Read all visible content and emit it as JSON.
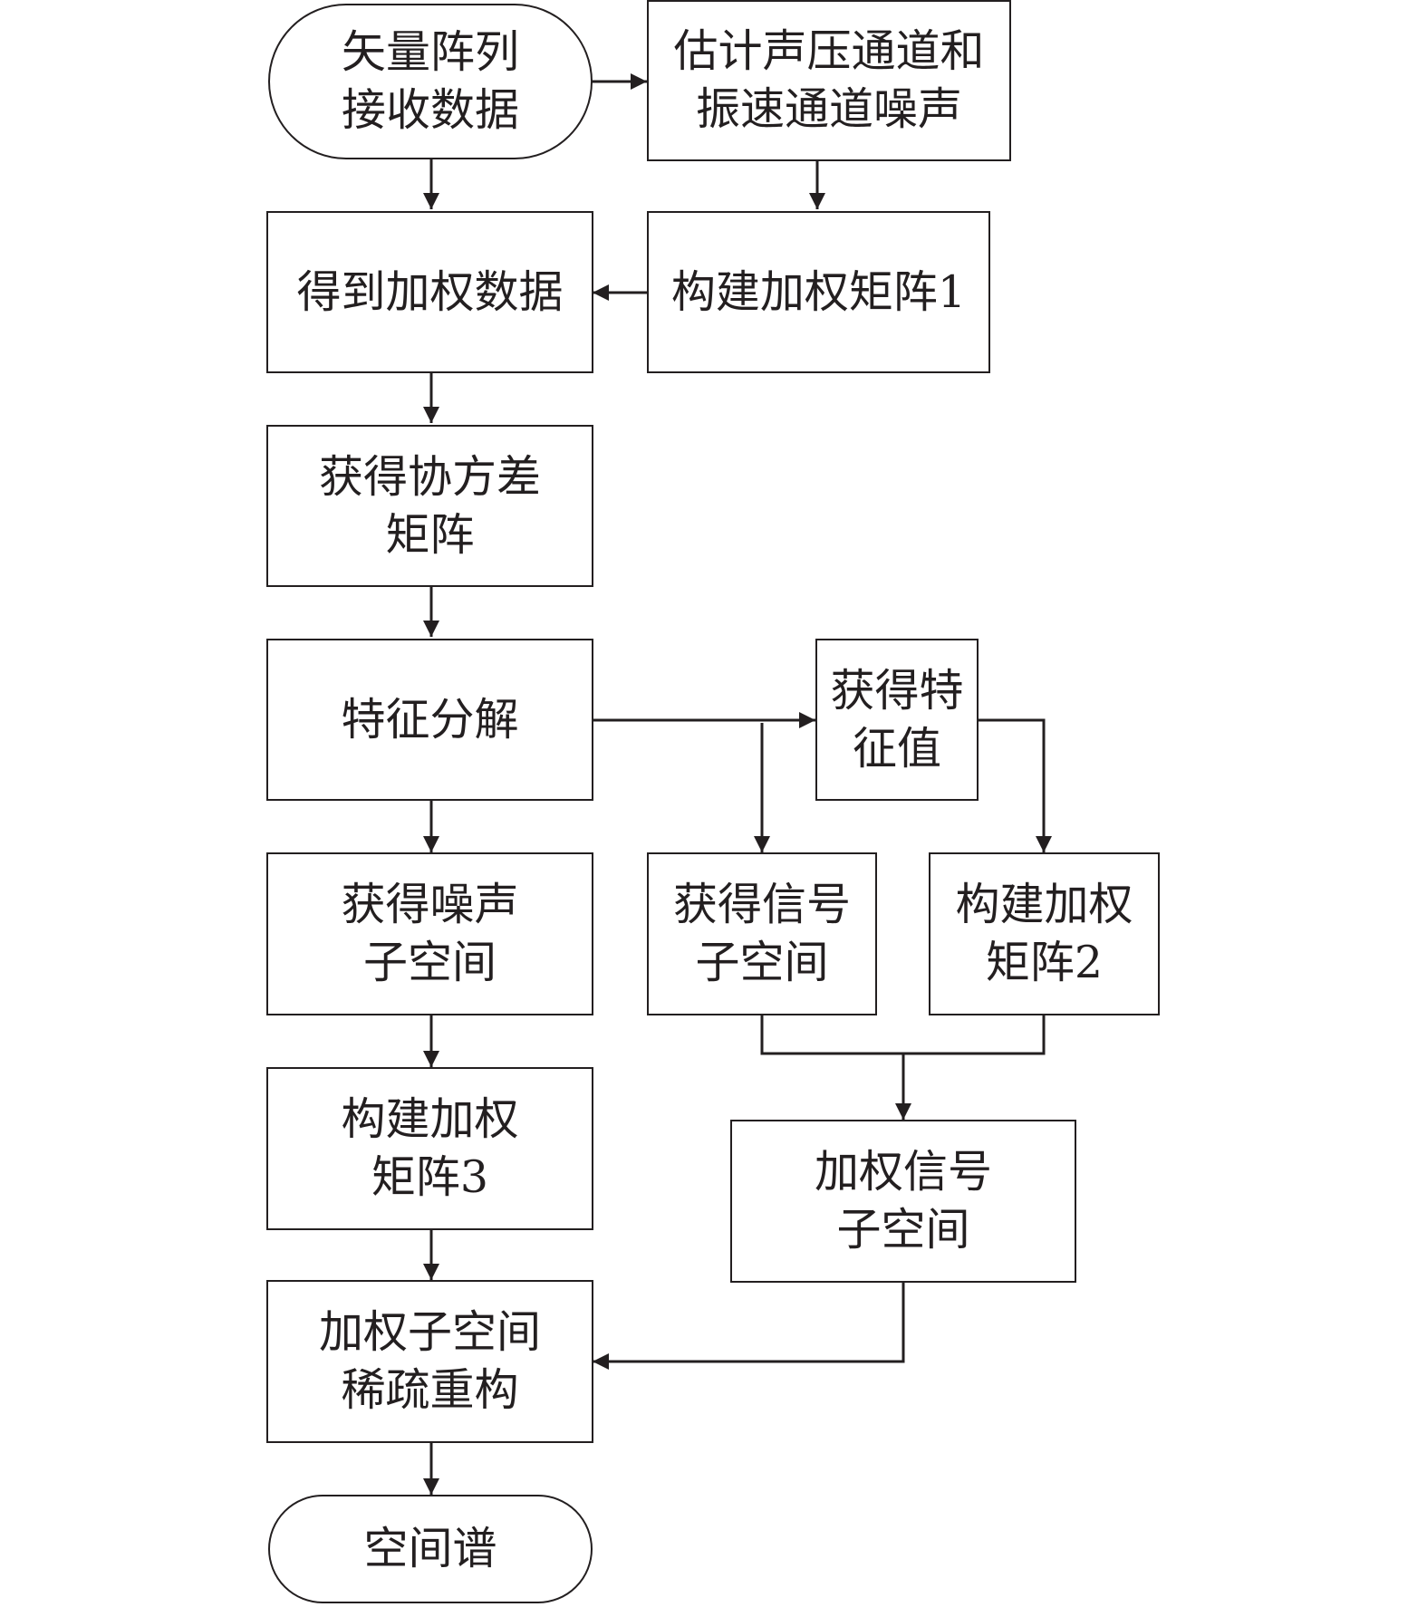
{
  "nodes": {
    "n1": {
      "lines": [
        "矢量阵列",
        "接收数据"
      ]
    },
    "n2": {
      "lines": [
        "估计声压通道和",
        "振速通道噪声"
      ]
    },
    "n3": {
      "lines": [
        "得到加权数据"
      ]
    },
    "n4": {
      "lines": [
        "构建加权矩阵1"
      ]
    },
    "n5": {
      "lines": [
        "获得协方差",
        "矩阵"
      ]
    },
    "n6": {
      "lines": [
        "特征分解"
      ]
    },
    "n7": {
      "lines": [
        "获得特",
        "征值"
      ]
    },
    "n8": {
      "lines": [
        "获得噪声",
        "子空间"
      ]
    },
    "n9": {
      "lines": [
        "获得信号",
        "子空间"
      ]
    },
    "n10": {
      "lines": [
        "构建加权",
        "矩阵2"
      ]
    },
    "n11": {
      "lines": [
        "构建加权",
        "矩阵3"
      ]
    },
    "n12": {
      "lines": [
        "加权信号",
        "子空间"
      ]
    },
    "n13": {
      "lines": [
        "加权子空间",
        "稀疏重构"
      ]
    },
    "n14": {
      "lines": [
        "空间谱"
      ]
    }
  },
  "style": {
    "line_color": "#231f20",
    "background": "#ffffff"
  }
}
